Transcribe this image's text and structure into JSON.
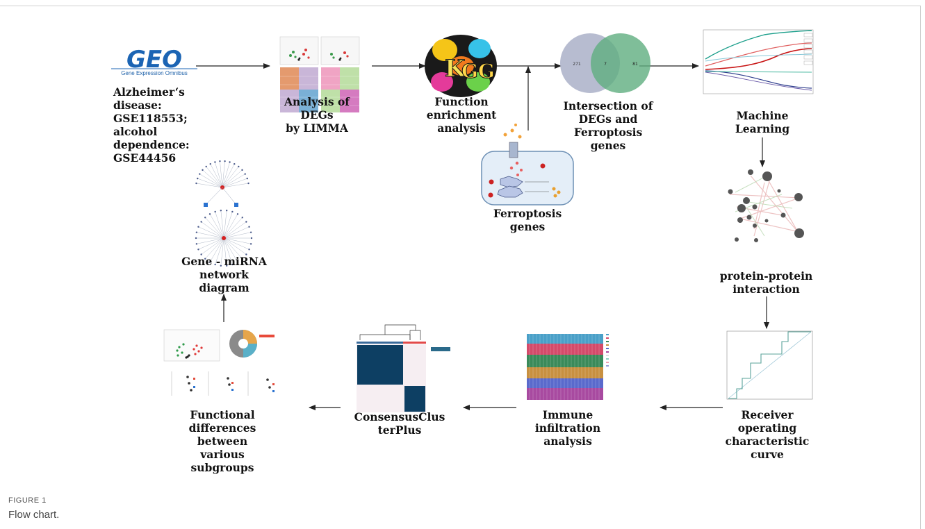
{
  "figure": {
    "label": "FIGURE 1",
    "caption": "Flow chart."
  },
  "logos": {
    "geo_text": "GEO",
    "geo_subtitle": "Gene Expression Omnibus"
  },
  "steps": {
    "geo": "Alzheimer‘s\ndisease:\nGSE118553;\nalcohol\ndependence:\nGSE44456",
    "limma": "Analysis of\nDEGs\nby LIMMA",
    "enrichment": "Function\nenrichment\nanalysis",
    "intersection": "Intersection of\nDEGs and\nFerroptosis\ngenes",
    "ml": "Machine\nLearning",
    "ferroptosis": "Ferroptosis\ngenes",
    "ppi": "protein-protein\ninteraction",
    "roc": "Receiver\noperating\ncharacteristic\ncurve",
    "immune": "Immune\ninfiltration\nanalysis",
    "consensus": "ConsensusClus\nterPlus",
    "functional": "Functional\ndifferences\nbetween\nvarious\nsubgroups",
    "mirna": "Gene - miRNA\nnetwork\ndiagram"
  },
  "venn": {
    "left_count": "271",
    "overlap_count": "7",
    "right_count": "81"
  },
  "colors": {
    "arrow": "#222222",
    "geo_blue": "#1b64b4",
    "venn_left": "#aab0c8",
    "venn_right": "#5fae7f",
    "heatmap_dark": "#0d3f63",
    "cell_fill": "#e4eef8",
    "mirna_red": "#d62020",
    "mirna_blue": "#2a72d0"
  }
}
